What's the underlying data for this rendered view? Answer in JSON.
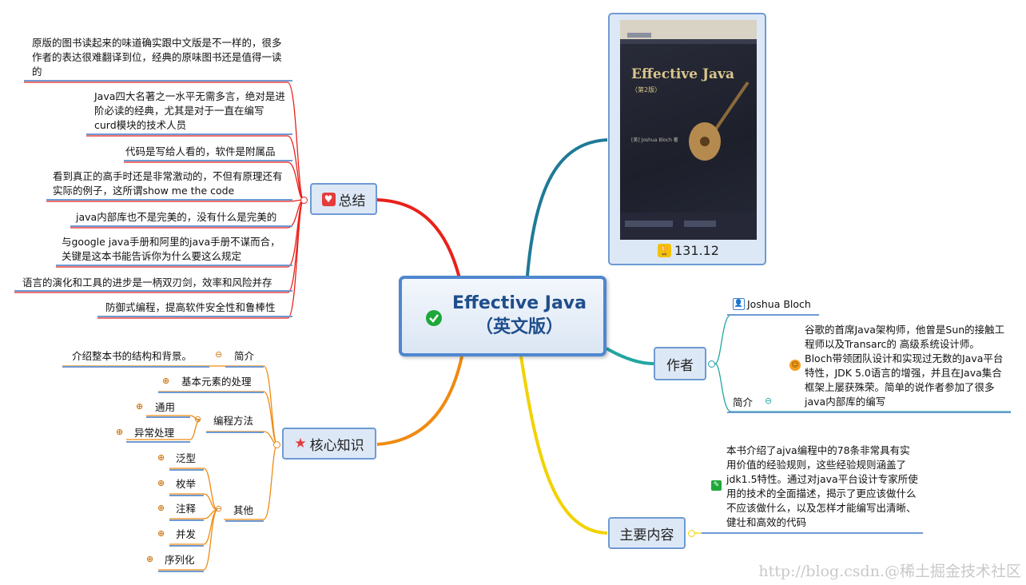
{
  "center": {
    "title_line1": "Effective Java",
    "title_line2": "（英文版）"
  },
  "book": {
    "score": "131.12",
    "cover_title": "Effective Java",
    "cover_edition": "（第2版）",
    "cover_author": "[美] Joshua Bloch 著"
  },
  "summary": {
    "label": "总结",
    "items": [
      "原版的图书读起来的味道确实跟中文版是不一样的，很多作者的表达很难翻译到位，经典的原味图书还是值得一读的",
      "Java四大名著之一水平无需多言，绝对是进阶必读的经典，尤其是对于一直在编写curd模块的技术人员",
      "代码是写给人看的，软件是附属品",
      "看到真正的高手时还是非常激动的，不但有原理还有实际的例子，这所谓show me the code",
      "java内部库也不是完美的，没有什么是完美的",
      "与google java手册和阿里的java手册不谋而合，关键是这本书能告诉你为什么要这么规定",
      "语言的演化和工具的进步是一柄双刃剑，效率和风险并存",
      "防御式编程，提高软件安全性和鲁棒性"
    ]
  },
  "core": {
    "label": "核心知识",
    "intro_label": "简介",
    "intro_text": "介绍整本书的结构和背景。",
    "basic": "基本元素的处理",
    "methods": {
      "label": "编程方法",
      "children": [
        "通用",
        "异常处理"
      ]
    },
    "other": {
      "label": "其他",
      "children": [
        "泛型",
        "枚举",
        "注释",
        "并发",
        "序列化"
      ]
    }
  },
  "author": {
    "label": "作者",
    "name": "Joshua Bloch",
    "intro_label": "简介",
    "intro_text": "谷歌的首席Java架构师，他曾是Sun的接触工程师以及Transarc的 高级系统设计师。Bloch带领团队设计和实现过无数的Java平台特性，JDK 5.0语言的增强，并且在Java集合框架上屡获殊荣。简单的说作者参加了很多java内部库的编写"
  },
  "content": {
    "label": "主要内容",
    "text": "本书介绍了ajva编程中的78条非常具有实用价值的经验规则，这些经验规则涵盖了jdk1.5特性。通过对java平台设计专家所使用的技术的全面描述，揭示了更应该做什么不应该做什么，以及怎样才能编写出清晰、健壮和高效的代码"
  },
  "watermark": "http://blog.csdn.@稀土掘金技术社区",
  "colors": {
    "summary_branch": "#e8211a",
    "core_branch": "#f08a10",
    "book_branch": "#1f7a96",
    "author_branch": "#22a6a0",
    "content_branch": "#f2d200",
    "accent": "#4f87cf"
  }
}
